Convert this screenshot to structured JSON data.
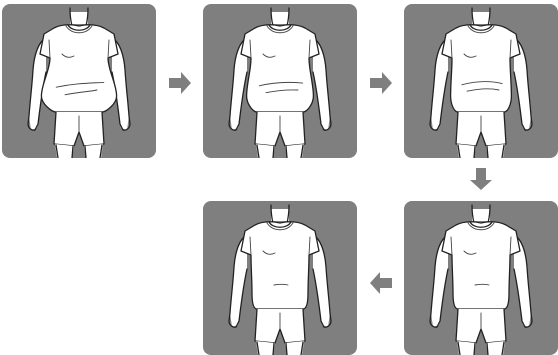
{
  "diagram": {
    "stages": [
      {
        "id": "stage-1",
        "belly": "large"
      },
      {
        "id": "stage-2",
        "belly": "medium"
      },
      {
        "id": "stage-3",
        "belly": "small"
      },
      {
        "id": "stage-4",
        "belly": "flat"
      },
      {
        "id": "stage-5",
        "belly": "flat"
      }
    ],
    "arrows": [
      {
        "from": "stage-1",
        "to": "stage-2",
        "direction": "right"
      },
      {
        "from": "stage-2",
        "to": "stage-3",
        "direction": "right"
      },
      {
        "from": "stage-3",
        "to": "stage-4",
        "direction": "down"
      },
      {
        "from": "stage-4",
        "to": "stage-5",
        "direction": "left"
      }
    ],
    "colors": {
      "panel_background": "#7f7f7f",
      "arrow": "#7f7f7f",
      "figure_fill": "#ffffff",
      "outline": "#222222"
    }
  }
}
